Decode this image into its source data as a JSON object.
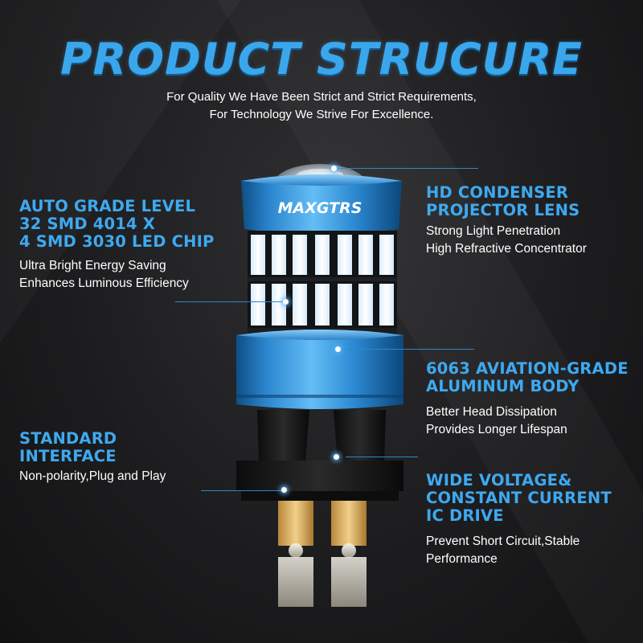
{
  "header": {
    "title": "PRODUCT STRUCURE",
    "subtitle_line1": "For Quality We Have Been Strict and Strict Requirements,",
    "subtitle_line2": "For Technology We Strive For Excellence."
  },
  "product": {
    "brand": "MAXGTRS"
  },
  "features": {
    "led_chip": {
      "title_lines": [
        "AUTO GRADE LEVEL",
        "32 SMD 4014 X",
        "4 SMD 3030 LED CHIP"
      ],
      "desc_lines": [
        "Ultra Bright Energy Saving",
        "Enhances Luminous Efficiency"
      ]
    },
    "lens": {
      "title_lines": [
        "HD CONDENSER",
        "PROJECTOR LENS"
      ],
      "desc_lines": [
        "Strong Light Penetration",
        "High Refractive Concentrator"
      ]
    },
    "body": {
      "title_lines": [
        "6063 AVIATION-GRADE",
        "ALUMINUM BODY"
      ],
      "desc_lines": [
        "Better Head Dissipation",
        "Provides Longer Lifespan"
      ]
    },
    "interface": {
      "title_lines": [
        "STANDARD",
        "INTERFACE"
      ],
      "desc_lines": [
        "Non-polarity,Plug and Play"
      ]
    },
    "driver": {
      "title_lines": [
        "WIDE VOLTAGE&",
        "CONSTANT CURRENT",
        "IC DRIVE"
      ],
      "desc_lines": [
        "Prevent Short Circuit,Stable",
        "Performance"
      ]
    }
  },
  "colors": {
    "accent_blue": "#3ea9f0",
    "background": "#1d1d1f",
    "text": "#ffffff"
  }
}
